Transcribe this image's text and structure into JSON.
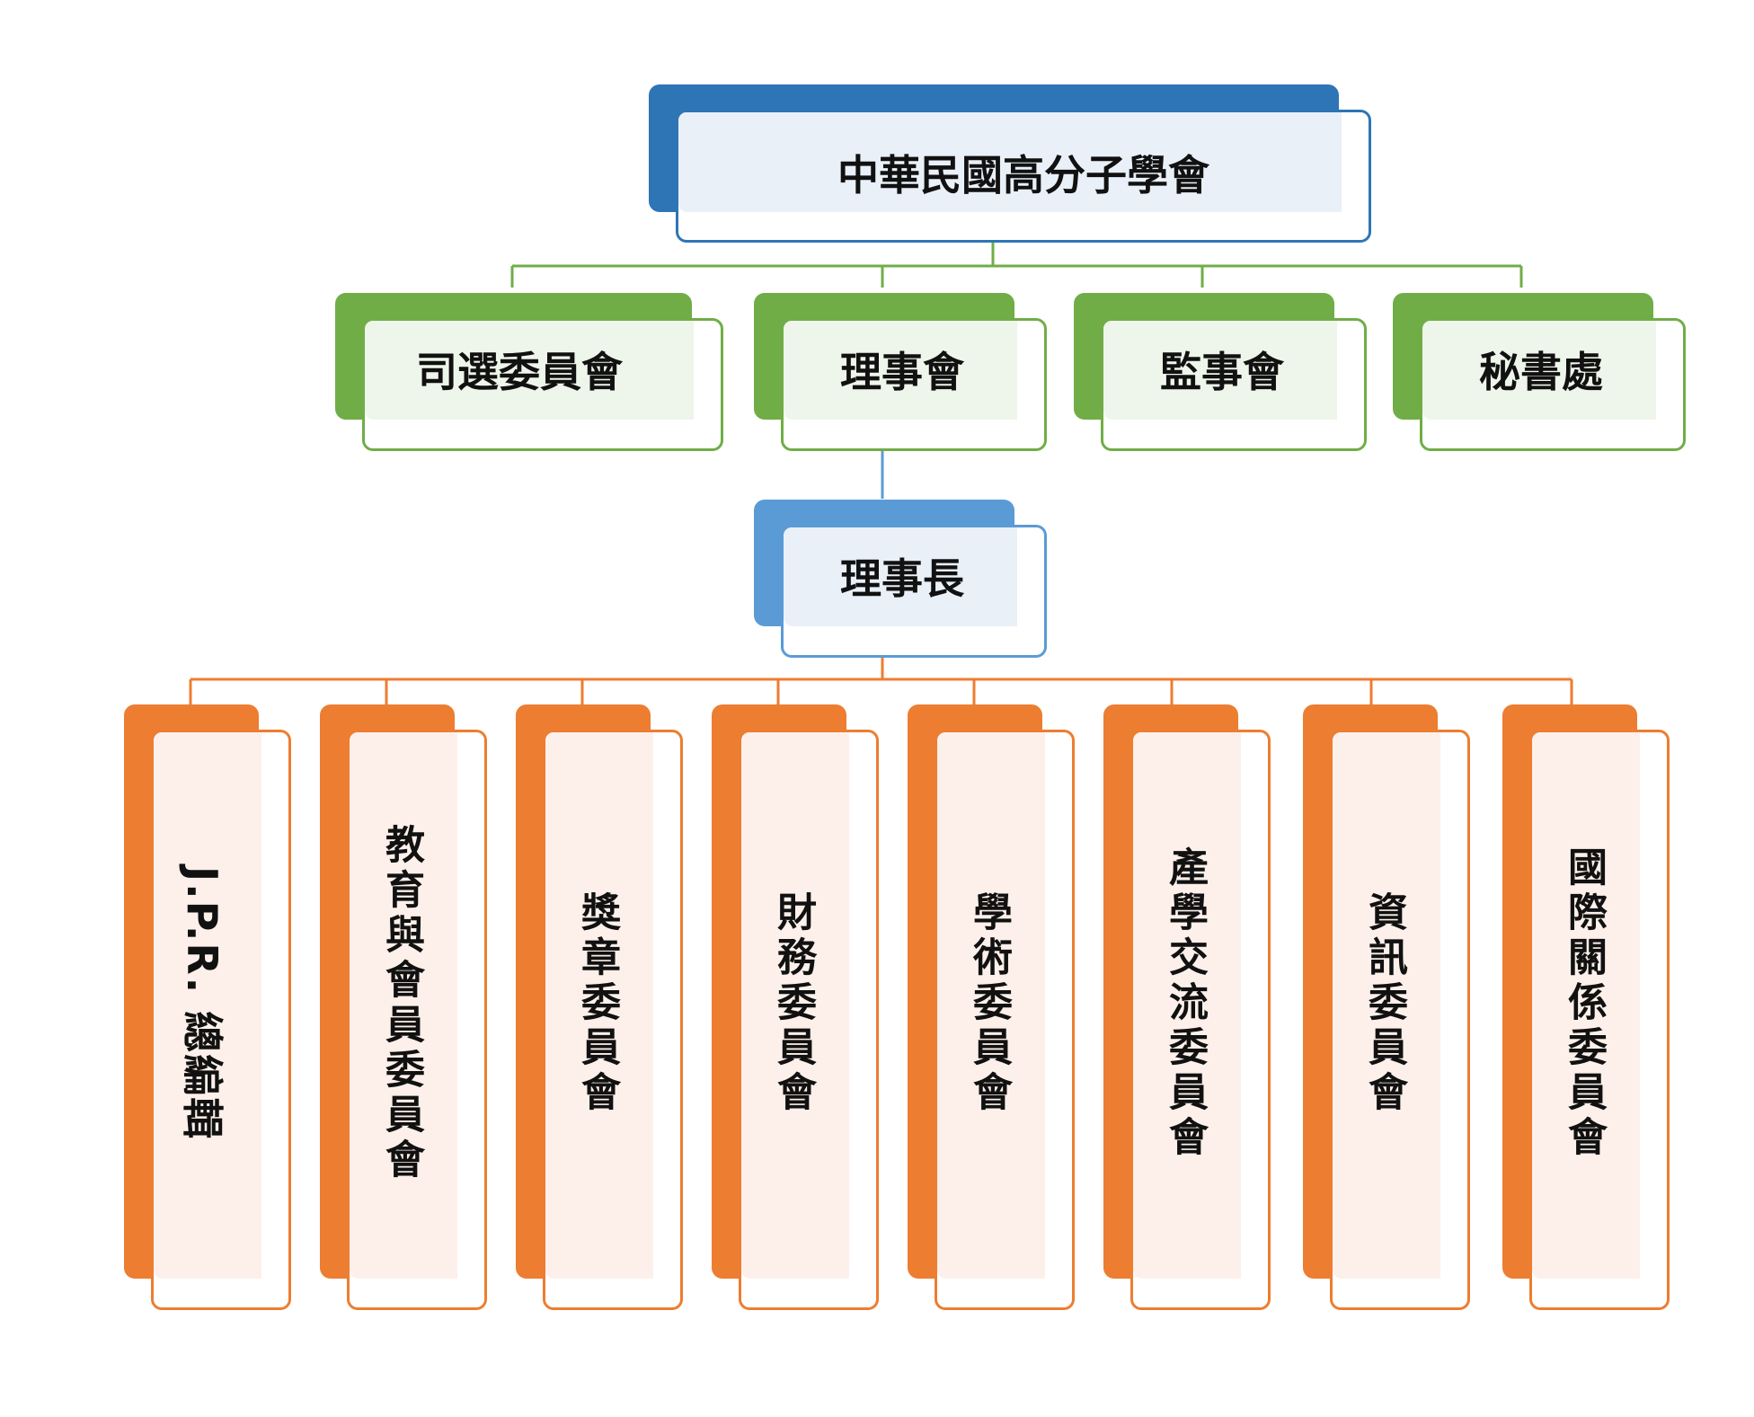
{
  "colors": {
    "blue_dark": "#2E75B6",
    "blue_light": "#5B9BD5",
    "blue_tint": "#E9F0F8",
    "green": "#70AD47",
    "green_tint": "#EEF5EA",
    "orange": "#ED7D31",
    "orange_tint": "#FDF0EA"
  },
  "org": {
    "root": "中華民國高分子學會",
    "level2": [
      "司選委員會",
      "理事會",
      "監事會",
      "秘書處"
    ],
    "chair": "理事長",
    "committees": [
      {
        "label": "J.P.R. 總編輯"
      },
      {
        "label": "教育與會員委員會"
      },
      {
        "label": "獎章委員會"
      },
      {
        "label": "財務委員會"
      },
      {
        "label": "學術委員會"
      },
      {
        "label": "產學交流委員會"
      },
      {
        "label": "資訊委員會"
      },
      {
        "label": "國際關係委員會"
      }
    ]
  }
}
